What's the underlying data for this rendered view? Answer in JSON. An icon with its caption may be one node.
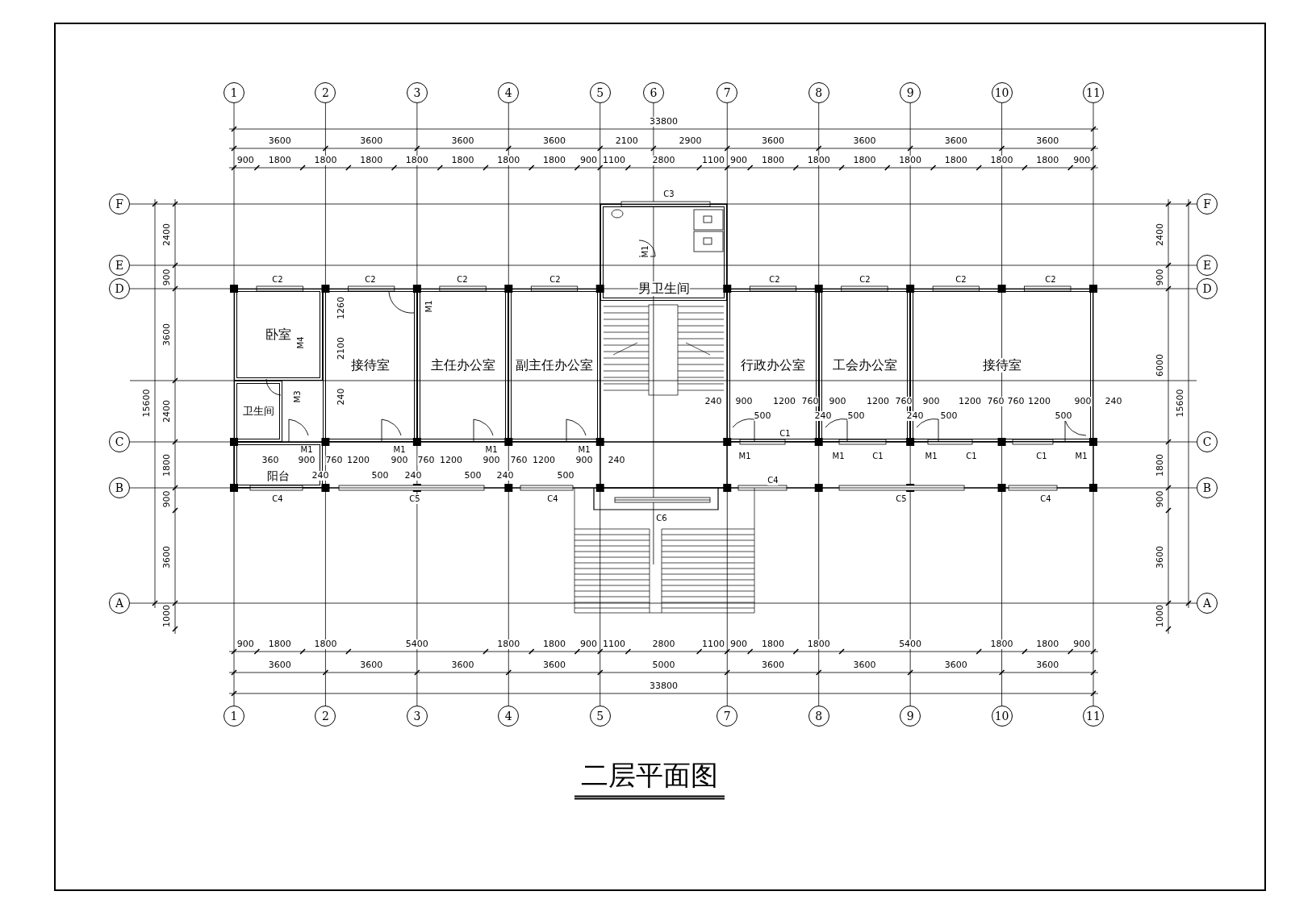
{
  "diagram": {
    "title": "二层平面图",
    "nodes": [
      {
        "text": [
          "1"
        ]
      },
      {
        "text": [
          "2"
        ]
      },
      {
        "text": [
          "3"
        ]
      },
      {
        "text": [
          "4"
        ]
      },
      {
        "text": [
          "5"
        ]
      },
      {
        "text": [
          "6"
        ]
      },
      {
        "text": [
          "7"
        ]
      },
      {
        "text": [
          "8"
        ]
      },
      {
        "text": [
          "9"
        ]
      },
      {
        "text": [
          "10"
        ]
      },
      {
        "text": [
          "11"
        ]
      },
      {
        "text": [
          "F"
        ]
      },
      {
        "text": [
          "F"
        ]
      },
      {
        "text": [
          "E"
        ]
      },
      {
        "text": [
          "E"
        ]
      },
      {
        "text": [
          "D"
        ]
      },
      {
        "text": [
          "D"
        ]
      },
      {
        "text": [
          "男卫生间"
        ]
      },
      {
        "text": [
          "卧室"
        ]
      },
      {
        "text": [
          "接待室"
        ]
      },
      {
        "text": [
          "主任办公室"
        ]
      },
      {
        "text": [
          "副主任办公室"
        ]
      },
      {
        "text": [
          "行政办公室"
        ]
      },
      {
        "text": [
          "工会办公室"
        ]
      },
      {
        "text": [
          "接待室"
        ]
      },
      {
        "text": [
          "卫生间"
        ]
      },
      {
        "text": [
          "C"
        ]
      },
      {
        "text": [
          "C"
        ]
      },
      {
        "text": [
          "阳台"
        ]
      },
      {
        "text": [
          "B"
        ]
      },
      {
        "text": [
          "B"
        ]
      },
      {
        "text": [
          "A"
        ]
      },
      {
        "text": [
          "A"
        ]
      },
      {
        "text": [
          "1"
        ]
      },
      {
        "text": [
          "2"
        ]
      },
      {
        "text": [
          "3"
        ]
      },
      {
        "text": [
          "4"
        ]
      },
      {
        "text": [
          "5"
        ]
      },
      {
        "text": [
          "7"
        ]
      },
      {
        "text": [
          "8"
        ]
      },
      {
        "text": [
          "9"
        ]
      },
      {
        "text": [
          "10"
        ]
      },
      {
        "text": [
          "11"
        ]
      }
    ],
    "labels": [
      "33800",
      "3600",
      "3600",
      "3600",
      "3600",
      "2100",
      "2900",
      "3600",
      "3600",
      "3600",
      "3600",
      "900",
      "1800",
      "1800",
      "1800",
      "1800",
      "1800",
      "1800",
      "1800",
      "900",
      "1100",
      "2800",
      "1100",
      "900",
      "1800",
      "1800",
      "1800",
      "1800",
      "1800",
      "1800",
      "1800",
      "900",
      "C3",
      "C2",
      "C2",
      "C2",
      "C2",
      "C2",
      "C2",
      "C2",
      "C2",
      "M1",
      "1260",
      "2100",
      "M4",
      "M1",
      "240",
      "M3",
      "240",
      "900",
      "1200",
      "760",
      "900",
      "1200",
      "760",
      "900",
      "1200",
      "760",
      "760",
      "1200",
      "900",
      "240",
      "500",
      "240",
      "500",
      "240",
      "500",
      "500",
      "C1",
      "M1",
      "M1",
      "M1",
      "M1",
      "360",
      "900",
      "760",
      "1200",
      "900",
      "760",
      "1200",
      "900",
      "760",
      "1200",
      "900",
      "240",
      "M1",
      "M1",
      "C1",
      "M1",
      "C1",
      "C1",
      "M1",
      "240",
      "500",
      "240",
      "500",
      "240",
      "500",
      "C4",
      "C4",
      "C5",
      "C4",
      "C5",
      "C4",
      "C6",
      "900",
      "1800",
      "1800",
      "5400",
      "1800",
      "1800",
      "900",
      "1100",
      "2800",
      "1100",
      "900",
      "1800",
      "1800",
      "5400",
      "1800",
      "1800",
      "900",
      "3600",
      "3600",
      "3600",
      "3600",
      "5000",
      "3600",
      "3600",
      "3600",
      "3600",
      "33800",
      "2400",
      "900",
      "3600",
      "2400",
      "1800",
      "900",
      "3600",
      "1000",
      "15600",
      "2400",
      "900",
      "6000",
      "1800",
      "900",
      "3600",
      "1000",
      "15600"
    ]
  }
}
